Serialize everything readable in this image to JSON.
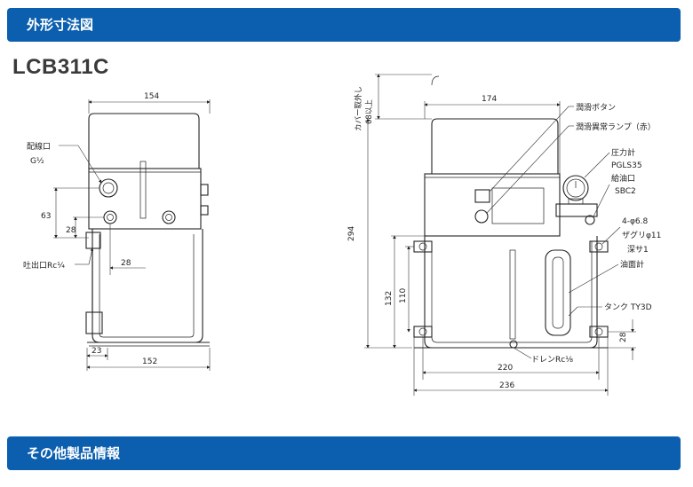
{
  "sections": {
    "outline_title": "外形寸法図",
    "other_info_title": "その他製品情報"
  },
  "drawing": {
    "model": "LCB311C",
    "left_view": {
      "width_top": "154",
      "width_bottom": "152",
      "wiring_port": "配線口",
      "wiring_port_size": "G½",
      "dim_63": "63",
      "dim_28_vert": "28",
      "outlet": "吐出口Rc¼",
      "dim_28_horiz": "28",
      "dim_23": "23"
    },
    "right_view": {
      "cover_clearance_a": "カバー取外し",
      "cover_clearance_b": "68以上",
      "width_174": "174",
      "lube_button": "潤滑ボタン",
      "lube_lamp": "潤滑異常ランプ（赤）",
      "pressure_gauge": "圧力計",
      "pressure_gauge_model": "PGLS35",
      "fill_port": "給油口",
      "fill_port_model": "SBC2",
      "height_294": "294",
      "holes": "4-φ6.8",
      "counterbore": "ザグリφ11",
      "counterbore_depth": "深サ1",
      "oil_gauge": "油面計",
      "dim_132": "132",
      "dim_110": "110",
      "tank": "タンク TY3D",
      "dim_28": "28",
      "drain": "ドレンRc⅛",
      "width_220": "220",
      "width_236": "236"
    }
  }
}
